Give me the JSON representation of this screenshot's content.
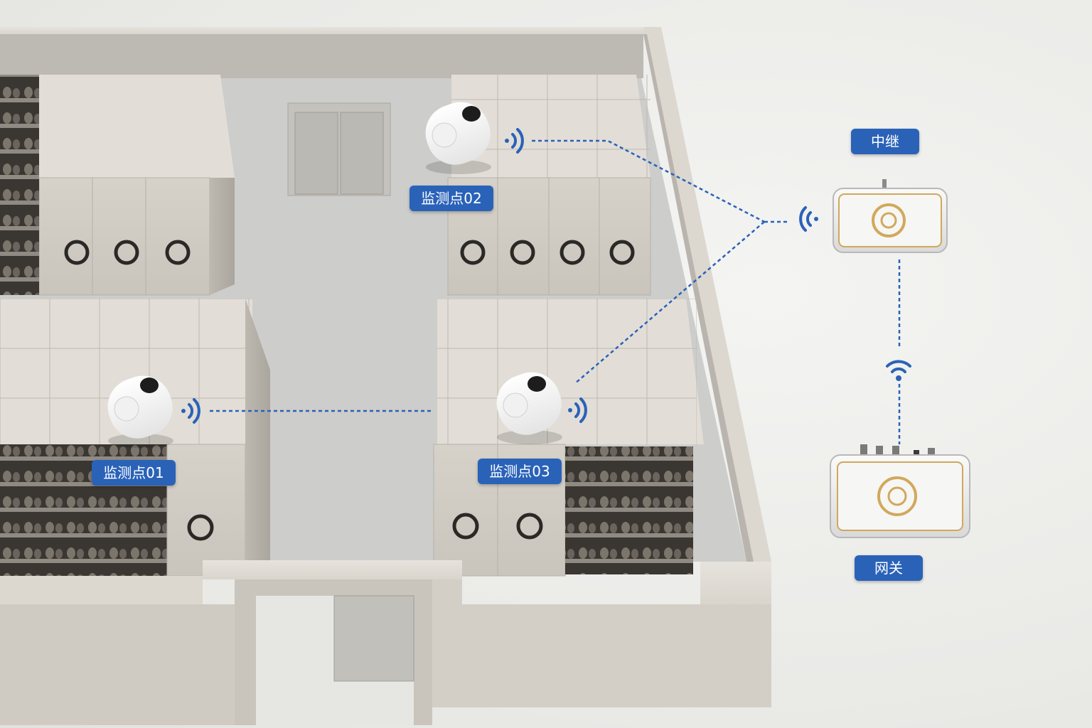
{
  "labels": {
    "relay": "中继",
    "gateway": "网关",
    "point1": "监测点01",
    "point2": "监测点02",
    "point3": "监测点03"
  },
  "colors": {
    "label_bg": "#2a62b8",
    "link_line": "#2a62b8",
    "wifi": "#2a62b8",
    "wall": "#d8d4cc",
    "floor": "#cfcfcd",
    "cabinet": "#dcd8d0"
  },
  "icons": [
    "wifi-signal-icon",
    "sensor-device-icon",
    "relay-device-icon",
    "gateway-device-icon",
    "cabinet-wheel-icon",
    "door-icon"
  ]
}
